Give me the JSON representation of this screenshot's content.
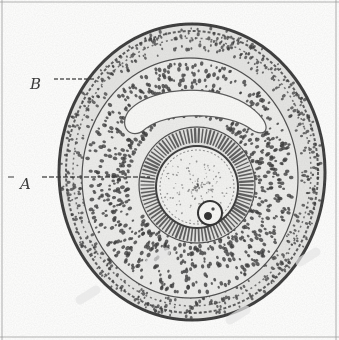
{
  "diagram": {
    "labels": [
      {
        "id": "B",
        "text": "B"
      },
      {
        "id": "A",
        "text": "A"
      }
    ],
    "colors": {
      "ink": "#3a3a3a",
      "ink_light": "#6e6e6e",
      "paper": "#f6f6f4",
      "background": "#ffffff"
    }
  }
}
